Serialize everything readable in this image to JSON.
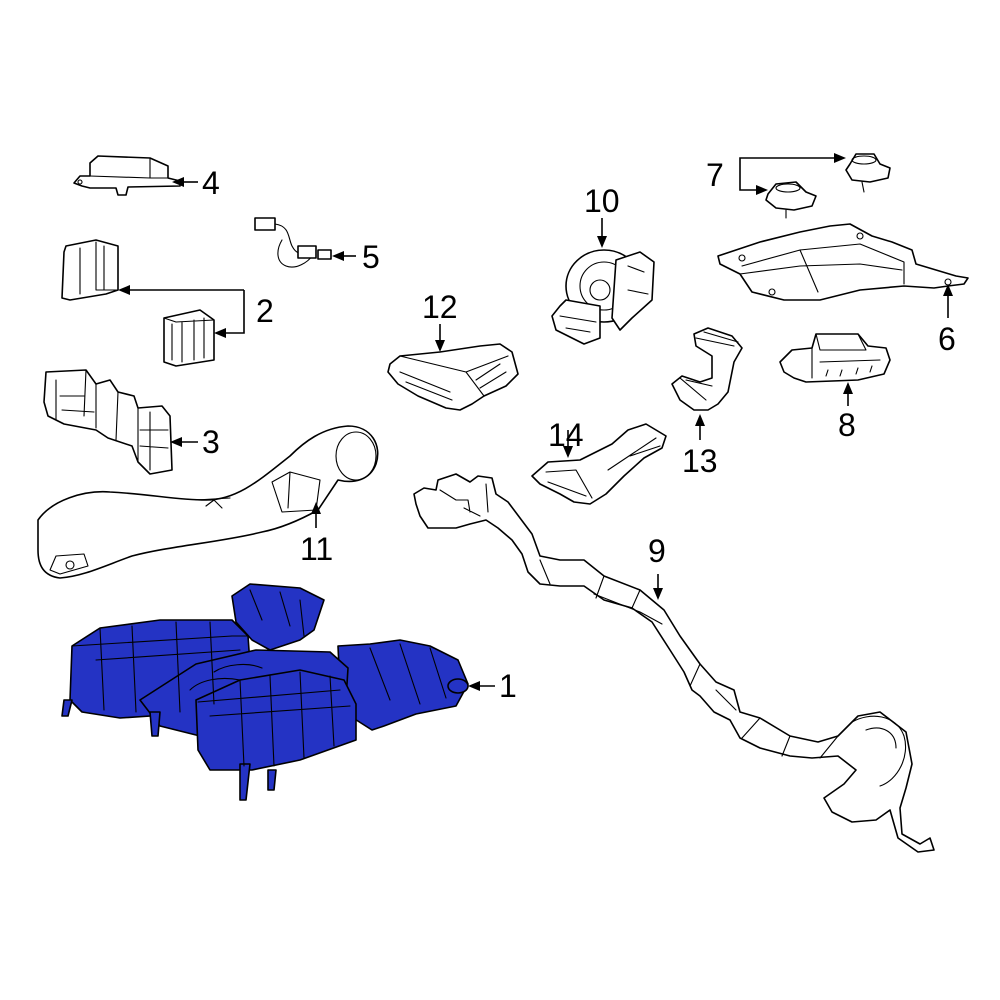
{
  "highlight_color": "#2433c4",
  "outline_color": "#000000",
  "background_color": "#ffffff",
  "callouts": [
    {
      "label": "1"
    },
    {
      "label": "2"
    },
    {
      "label": "3"
    },
    {
      "label": "4"
    },
    {
      "label": "5"
    },
    {
      "label": "6"
    },
    {
      "label": "7"
    },
    {
      "label": "8"
    },
    {
      "label": "9"
    },
    {
      "label": "10"
    },
    {
      "label": "11"
    },
    {
      "label": "12"
    },
    {
      "label": "13"
    },
    {
      "label": "14"
    }
  ]
}
